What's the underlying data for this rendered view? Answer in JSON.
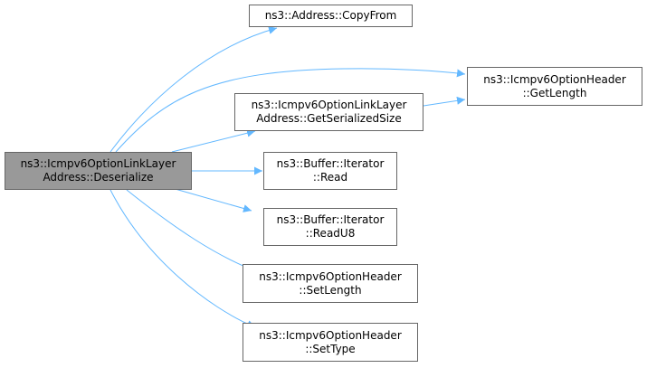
{
  "colors": {
    "edge": "#63b8ff",
    "node_border": "#666666",
    "root_fill": "#999999",
    "node_fill": "#ffffff"
  },
  "root": {
    "line1": "ns3::Icmpv6OptionLinkLayer",
    "line2": "Address::Deserialize"
  },
  "nodes": {
    "copy_from": {
      "line1": "ns3::Address::CopyFrom"
    },
    "get_length": {
      "line1": "ns3::Icmpv6OptionHeader",
      "line2": "::GetLength"
    },
    "get_serialized_size": {
      "line1": "ns3::Icmpv6OptionLinkLayer",
      "line2": "Address::GetSerializedSize"
    },
    "read": {
      "line1": "ns3::Buffer::Iterator",
      "line2": "::Read"
    },
    "read_u8": {
      "line1": "ns3::Buffer::Iterator",
      "line2": "::ReadU8"
    },
    "set_length": {
      "line1": "ns3::Icmpv6OptionHeader",
      "line2": "::SetLength"
    },
    "set_type": {
      "line1": "ns3::Icmpv6OptionHeader",
      "line2": "::SetType"
    }
  }
}
